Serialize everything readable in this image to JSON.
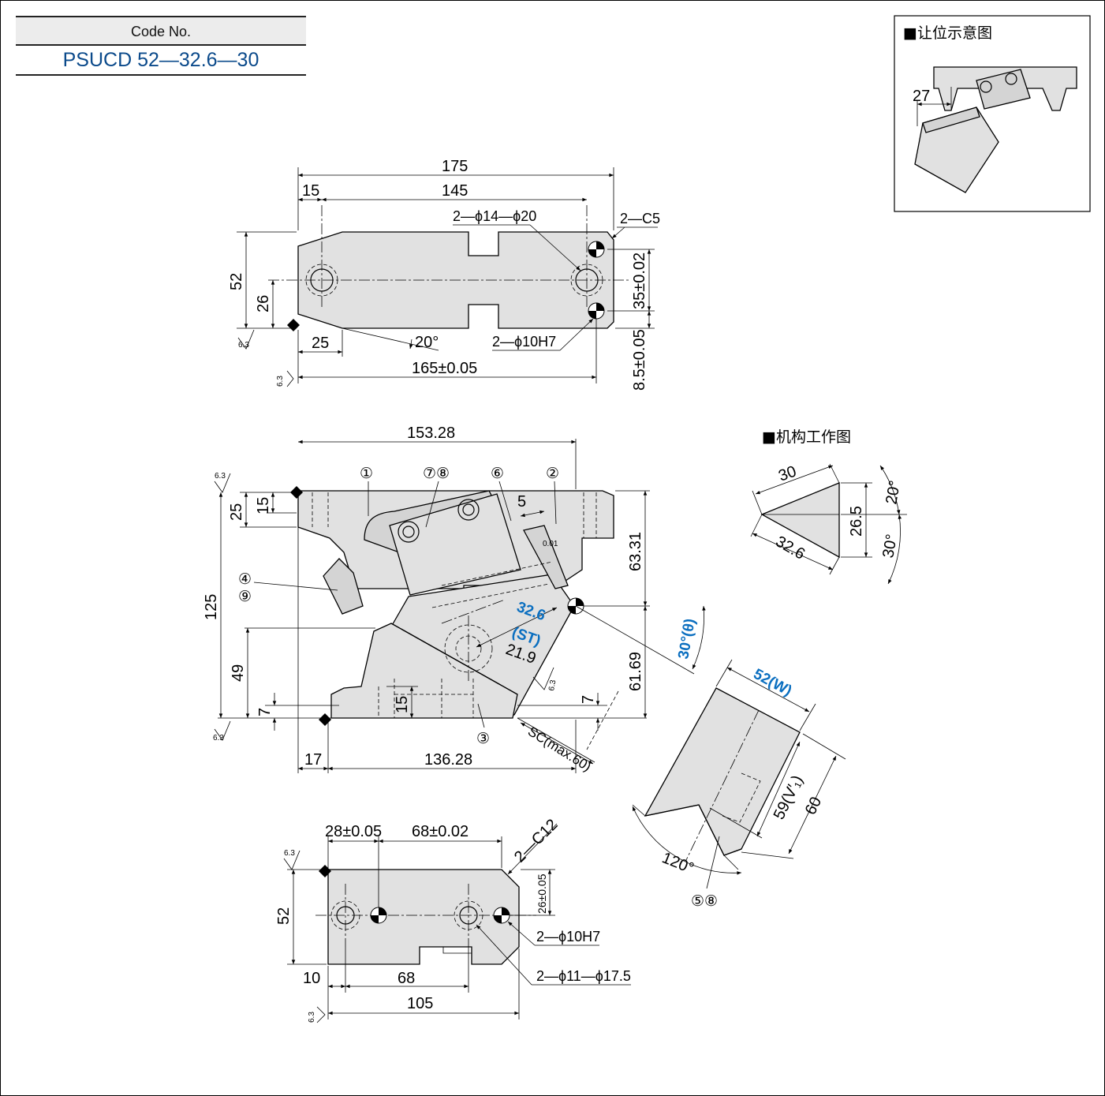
{
  "code_table": {
    "header": "Code No.",
    "value": "PSUCD 52—32.6—30"
  },
  "inset": {
    "title": "■让位示意图",
    "dim_27": "27"
  },
  "mechanism": {
    "title": "■机构工作图",
    "dim_30": "30",
    "dim_32_6": "32.6",
    "dim_26_5": "26.5",
    "angle_20": "20°",
    "angle_30": "30°",
    "dim_52_w": "52(W)",
    "dim_59_v": "59(V′₁)",
    "dim_60": "60",
    "angle_120": "120°",
    "callout_5_8": "⑤⑧"
  },
  "top_view": {
    "dim_175": "175",
    "dim_15": "15",
    "dim_145": "145",
    "holes_a": "2—ϕ14—ϕ20",
    "chamfer": "2—C5",
    "dim_52": "52",
    "dim_26": "26",
    "dim_35": "35±0.02",
    "dim_25": "25",
    "angle_20": "20°",
    "holes_b": "2—ϕ10H7",
    "dim_165": "165±0.05",
    "dim_8_5": "8.5±0.05",
    "rough": "6.3"
  },
  "side_view": {
    "dim_153_28": "153.28",
    "c1": "①",
    "c78": "⑦⑧",
    "c6": "⑥",
    "c2": "②",
    "c4": "④",
    "c9": "⑨",
    "c3": "③",
    "dim_5": "5",
    "tol": "0.01",
    "dim_25": "25",
    "dim_15": "15",
    "dim_125": "125",
    "dim_49": "49",
    "dim_7": "7",
    "dim_15b": "15",
    "dim_7b": "7",
    "dim_63_31": "63.31",
    "dim_61_69": "61.69",
    "st_value": "32.6",
    "st_label": "(ST)",
    "dim_21_9": "21.9",
    "angle_theta": "30°(θ)",
    "sc": "SC(max.60)",
    "dim_17": "17",
    "dim_136_28": "136.28",
    "rough": "6.3"
  },
  "bottom_view": {
    "dim_28": "28±0.05",
    "dim_68": "68±0.02",
    "chamfer": "2—C12",
    "dim_26": "26±0.05",
    "dim_52": "52",
    "holes_b": "2—ϕ10H7",
    "holes_a": "2—ϕ11—ϕ17.5",
    "dim_10": "10",
    "dim_68b": "68",
    "dim_105": "105",
    "rough": "6.3"
  }
}
